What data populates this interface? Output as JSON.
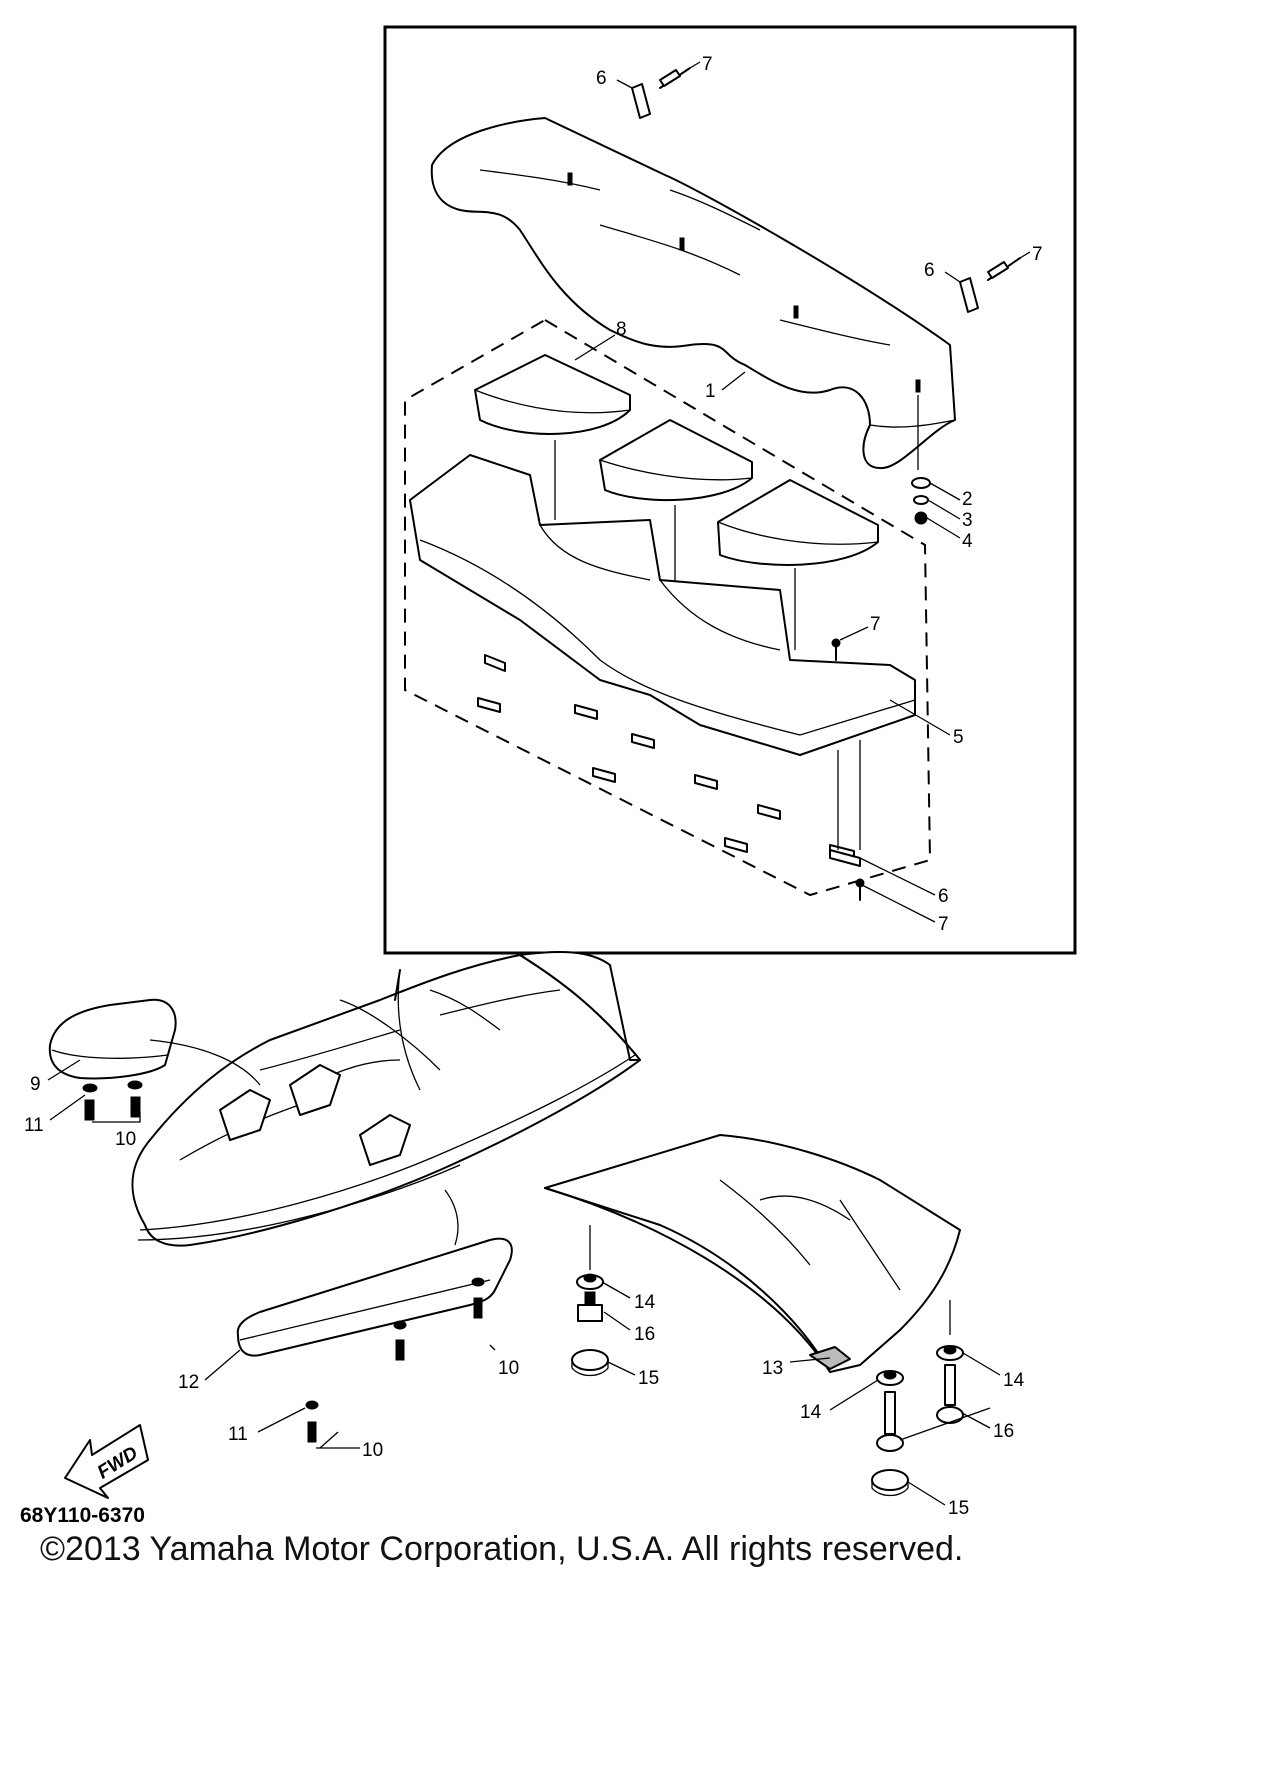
{
  "diagram": {
    "diagram_code": "68Y110-6370",
    "fwd_label": "FWD",
    "copyright": "©2013 Yamaha Motor Corporation, U.S.A. All rights reserved.",
    "callouts": {
      "c1": "1",
      "c2": "2",
      "c3": "3",
      "c4": "4",
      "c5": "5",
      "c6a": "6",
      "c6b": "6",
      "c6c": "6",
      "c7a": "7",
      "c7b": "7",
      "c7c": "7",
      "c7d": "7",
      "c8": "8",
      "c9": "9",
      "c10a": "10",
      "c10b": "10",
      "c10c": "10",
      "c11a": "11",
      "c11b": "11",
      "c12": "12",
      "c13": "13",
      "c14a": "14",
      "c14b": "14",
      "c14c": "14",
      "c15a": "15",
      "c15b": "15",
      "c16a": "16",
      "c16b": "16"
    }
  }
}
